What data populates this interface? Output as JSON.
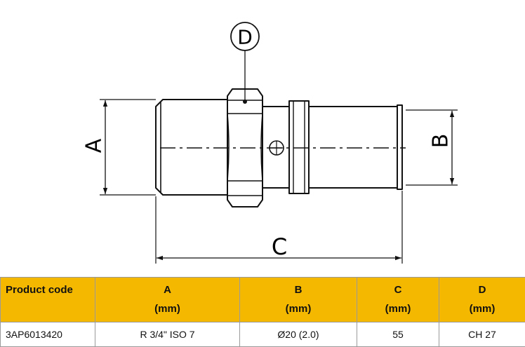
{
  "drawing": {
    "labels": {
      "a": "A",
      "b": "B",
      "c": "C",
      "d": "D"
    }
  },
  "table": {
    "headers": [
      {
        "line1": "Product code",
        "line2": ""
      },
      {
        "line1": "A",
        "line2": "(mm)"
      },
      {
        "line1": "B",
        "line2": "(mm)"
      },
      {
        "line1": "C",
        "line2": "(mm)"
      },
      {
        "line1": "D",
        "line2": "(mm)"
      }
    ],
    "rows": [
      [
        "3AP6013420",
        "R 3/4\" ISO 7",
        "Ø20 (2.0)",
        "55",
        "CH 27"
      ]
    ]
  },
  "colors": {
    "header_bg": "#f5b800",
    "line": "#111111"
  }
}
